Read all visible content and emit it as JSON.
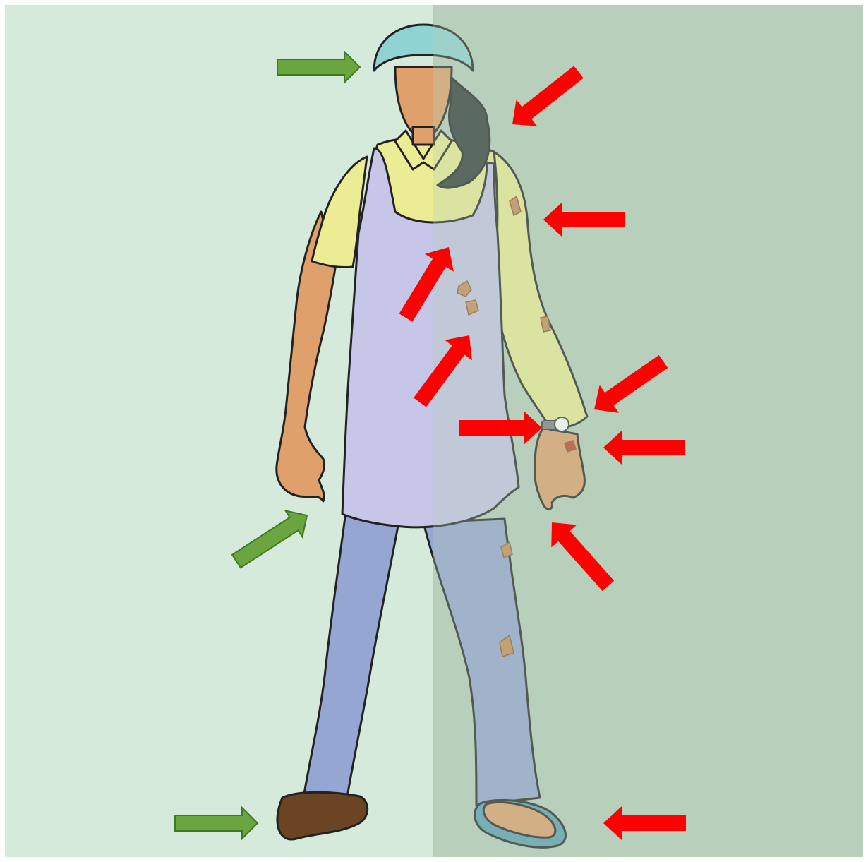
{
  "colors": {
    "bg_left": "#d6eadc",
    "bg_right": "#b9cfbc",
    "good_arrow": "#6aa540",
    "good_arrow_stroke": "#3f7a22",
    "bad_arrow": "#ff0000",
    "hairnet": "#8fd3d3",
    "skin": "#e0a06c",
    "hair": "#2f3a36",
    "shirt": "#ecec94",
    "apron": "#c6c6e8",
    "jeans": "#95a6d2",
    "shoe": "#6b4423",
    "flipflop": "#5aa0b4",
    "stain": "#c98a55",
    "watch": "#9aa0a6"
  },
  "panels": [
    {
      "side": "left",
      "meaning": "correct"
    },
    {
      "side": "right",
      "meaning": "incorrect"
    }
  ],
  "good_items": [
    {
      "icon": "arrow-right-icon",
      "target": "hairnet"
    },
    {
      "icon": "arrow-up-right-icon",
      "target": "clean-hands"
    },
    {
      "icon": "arrow-right-icon",
      "target": "closed-shoes"
    }
  ],
  "bad_items": [
    {
      "icon": "arrow-down-left-icon",
      "target": "loose-hair"
    },
    {
      "icon": "arrow-left-icon",
      "target": "torn-sleeve"
    },
    {
      "icon": "arrow-up-right-icon",
      "target": "dirty-apron"
    },
    {
      "icon": "arrow-up-right-icon",
      "target": "stained-apron"
    },
    {
      "icon": "arrow-down-left-icon",
      "target": "long-sleeve"
    },
    {
      "icon": "arrow-right-icon",
      "target": "wristwatch"
    },
    {
      "icon": "arrow-left-icon",
      "target": "wounded-hand"
    },
    {
      "icon": "arrow-up-left-icon",
      "target": "long-nails"
    },
    {
      "icon": "arrow-left-icon",
      "target": "flip-flops"
    }
  ]
}
